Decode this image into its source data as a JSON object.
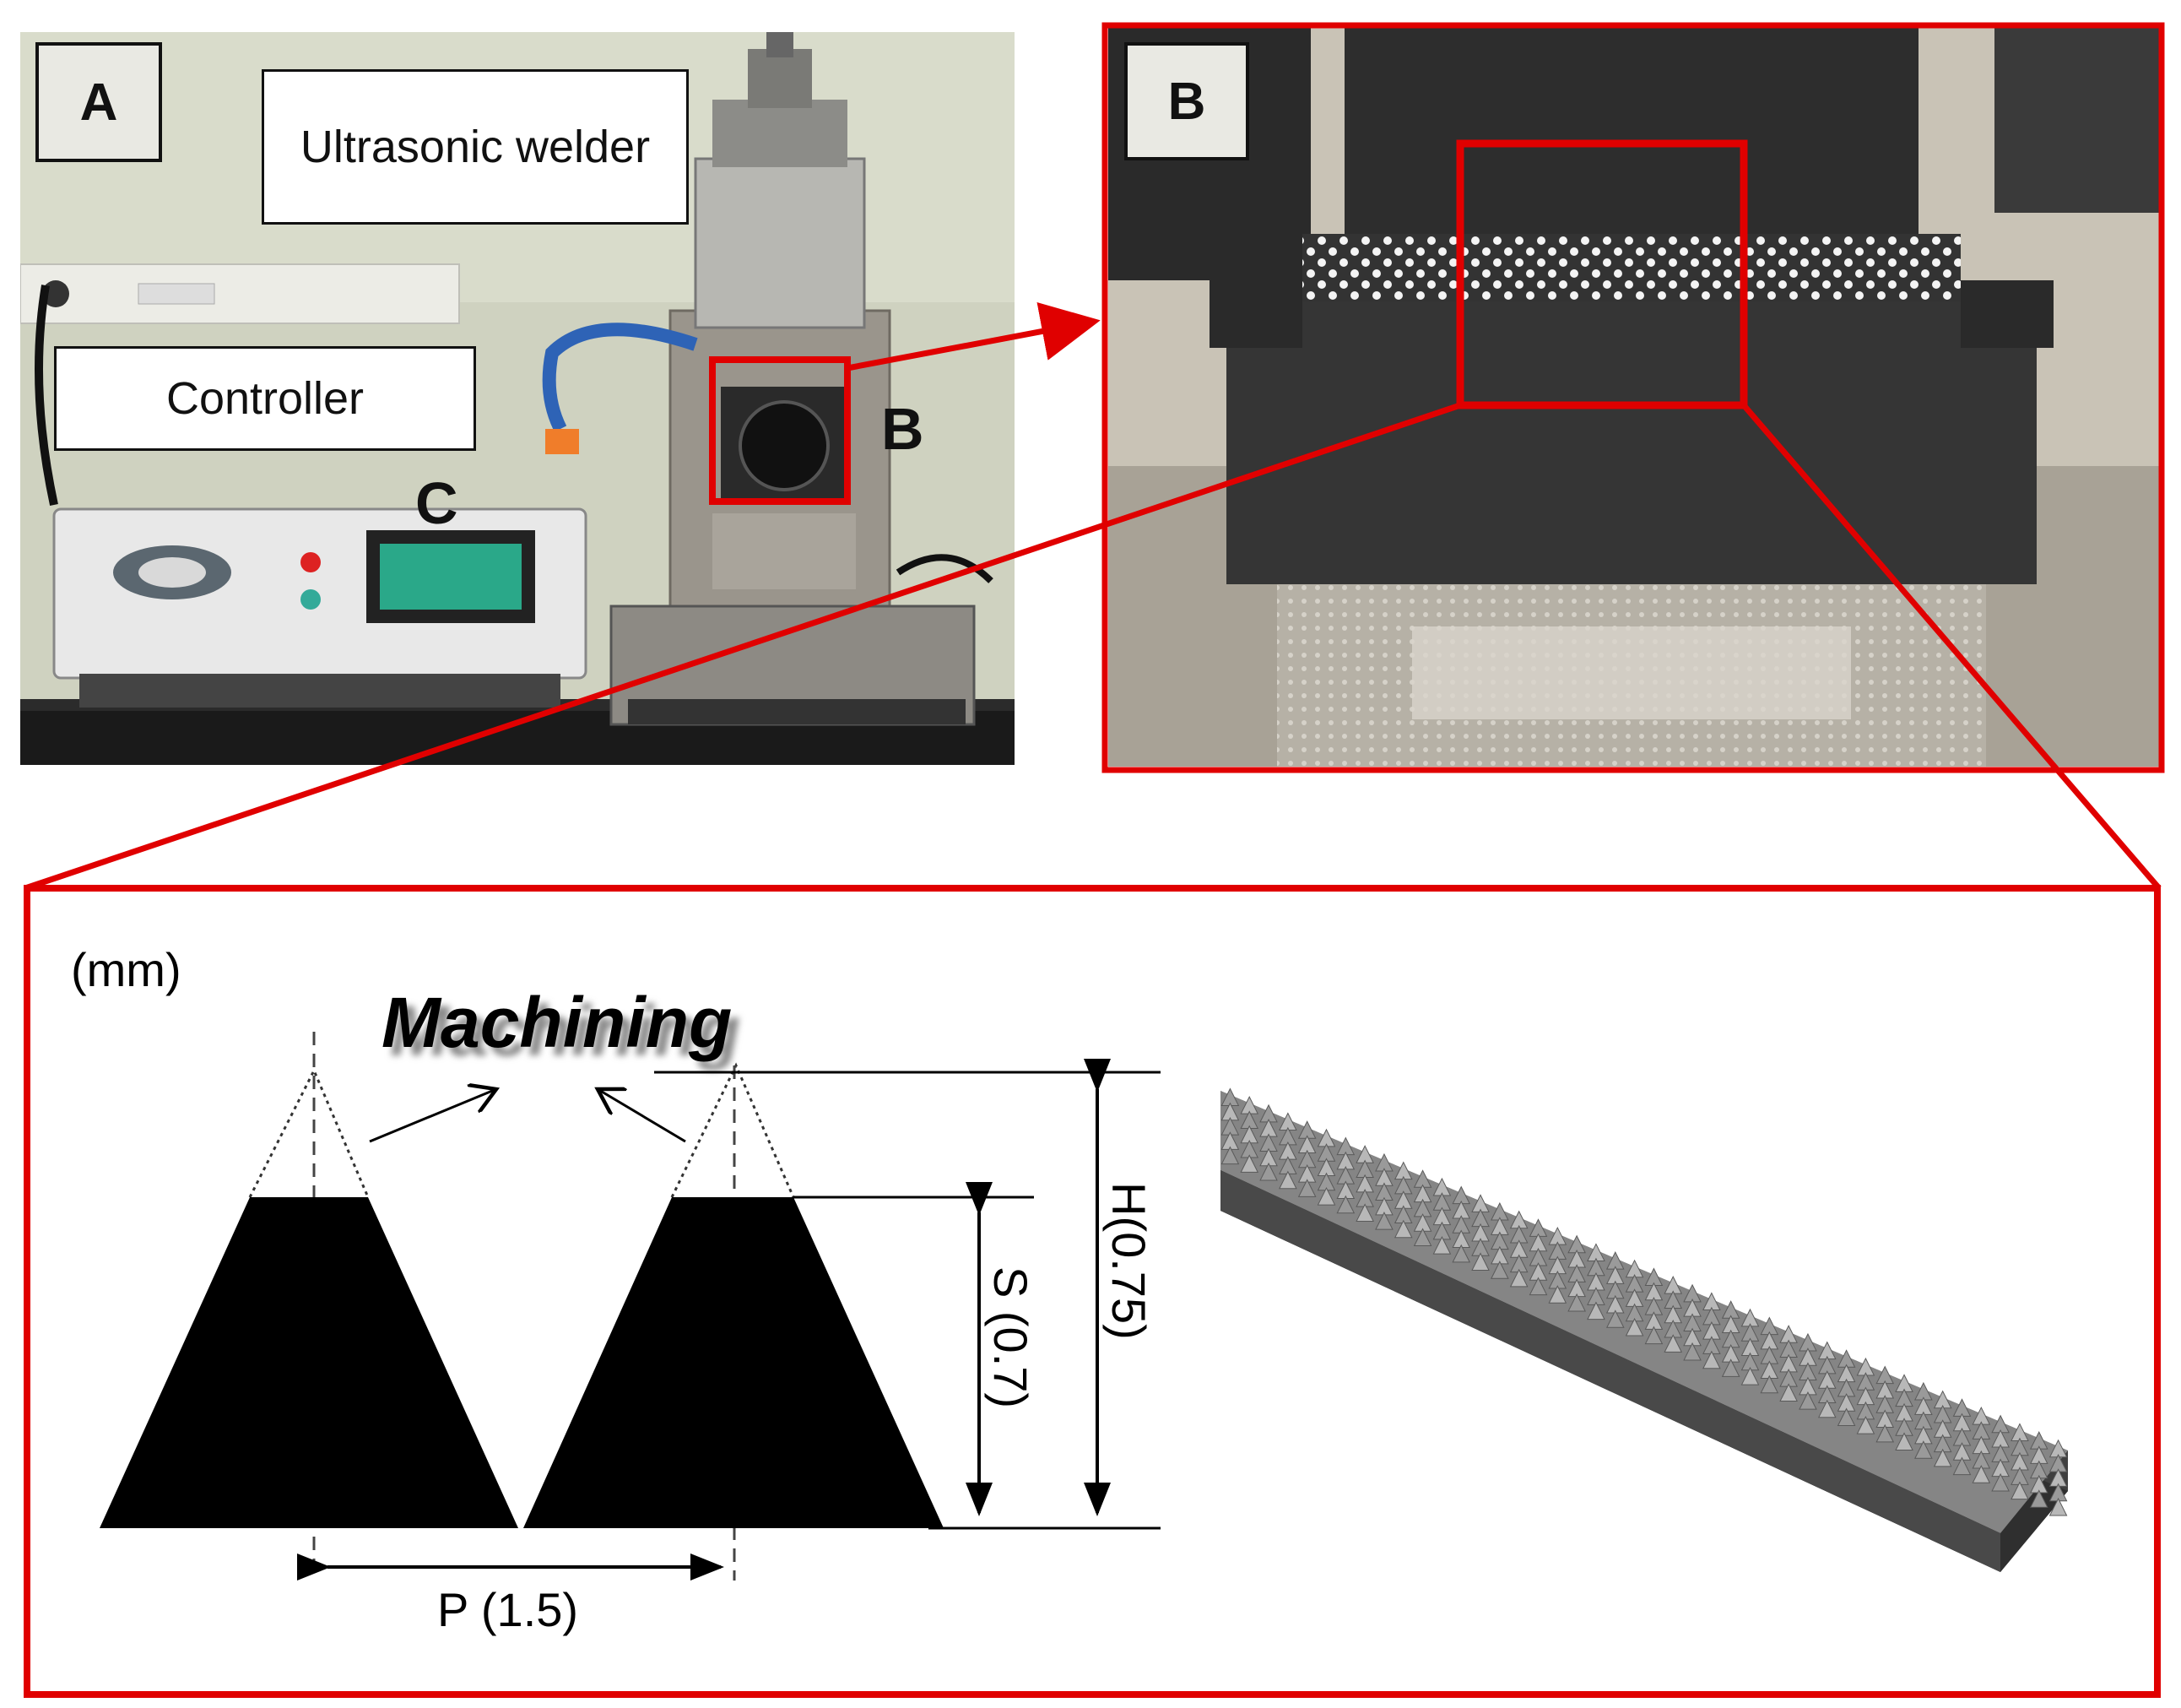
{
  "panel_a": {
    "label": "A",
    "callout_welder": "Ultrasonic welder",
    "callout_controller": "Controller",
    "marker_b": "B",
    "marker_c": "C"
  },
  "panel_b": {
    "label": "B"
  },
  "diagram": {
    "unit": "(mm)",
    "machining": "Machining",
    "dim_h": "H(0.75)",
    "dim_s": "S (0.7)",
    "dim_p": "P (1.5)"
  },
  "colors": {
    "highlight": "#e00000",
    "profile": "#000000"
  }
}
